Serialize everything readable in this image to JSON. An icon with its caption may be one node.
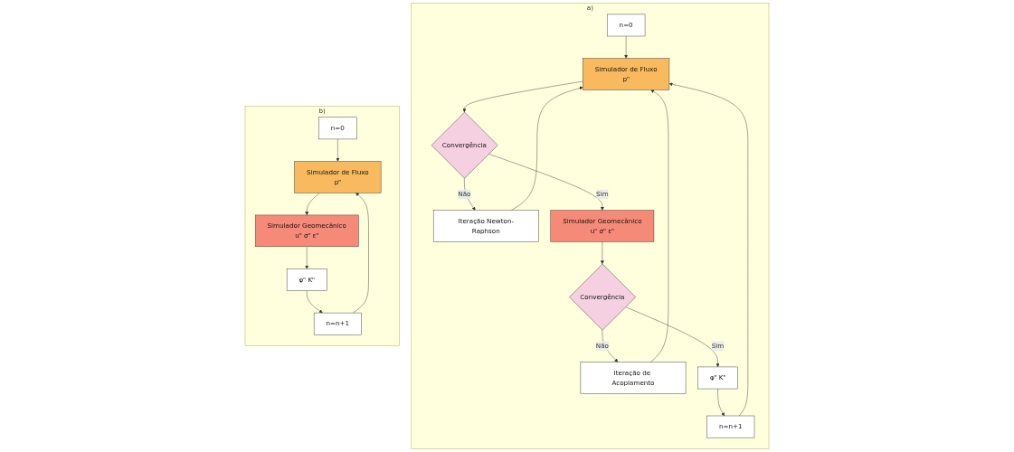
{
  "diagram": {
    "nodes": [
      {
        "text": [
          "a)"
        ]
      },
      {
        "text": [
          "n=0"
        ],
        "in": 0
      },
      {
        "text": [
          "Simulador de Fluxo",
          "pⁿ"
        ],
        "in": 0
      },
      {
        "text": [
          "Convergência"
        ],
        "in": 0
      },
      {
        "text": [
          "Iteração Newton-Raphson"
        ],
        "in": 0
      },
      {
        "text": [
          "Simulador Geomecânico",
          "uⁿ σⁿ εⁿ"
        ],
        "in": 0
      },
      {
        "text": [
          "Convergência"
        ],
        "in": 0
      },
      {
        "text": [
          "Iteração de Acoplamento"
        ],
        "in": 0
      },
      {
        "text": [
          "φⁿ Kⁿ"
        ],
        "in": 0
      },
      {
        "text": [
          "n=n+1"
        ],
        "in": 0
      },
      {
        "text": [
          "b)"
        ]
      },
      {
        "text": [
          "n=0"
        ],
        "in": 10
      },
      {
        "text": [
          "Simulador de Fluxo",
          "pⁿ"
        ],
        "in": 10
      },
      {
        "text": [
          "Simulador Geomecânico",
          "uⁿ σⁿ εⁿ"
        ],
        "in": 10
      },
      {
        "text": [
          "φⁿ Kⁿ"
        ],
        "in": 10
      },
      {
        "text": [
          "n=n+1"
        ],
        "in": 10
      }
    ],
    "edges": [
      {
        "from": 1,
        "to": 2,
        "arrow": "to"
      },
      {
        "from": 2,
        "to": 3,
        "arrow": "to"
      },
      {
        "from": 3,
        "to": 4,
        "label": "Não",
        "arrow": "to"
      },
      {
        "from": 4,
        "to": 2,
        "arrow": "to"
      },
      {
        "from": 3,
        "to": 5,
        "label": "Sim",
        "arrow": "to"
      },
      {
        "from": 5,
        "to": 6,
        "arrow": "to"
      },
      {
        "from": 6,
        "to": 7,
        "label": "Não",
        "arrow": "to"
      },
      {
        "from": 7,
        "to": 2,
        "arrow": "to"
      },
      {
        "from": 6,
        "to": 8,
        "label": "Sim",
        "arrow": "to"
      },
      {
        "from": 8,
        "to": 9,
        "arrow": "to"
      },
      {
        "from": 9,
        "to": 2,
        "arrow": "to"
      },
      {
        "from": 11,
        "to": 12,
        "arrow": "to"
      },
      {
        "from": 12,
        "to": 13,
        "arrow": "to"
      },
      {
        "from": 13,
        "to": 14,
        "arrow": "to"
      },
      {
        "from": 14,
        "to": 15,
        "arrow": "to"
      },
      {
        "from": 15,
        "to": 12,
        "arrow": "to"
      }
    ]
  }
}
